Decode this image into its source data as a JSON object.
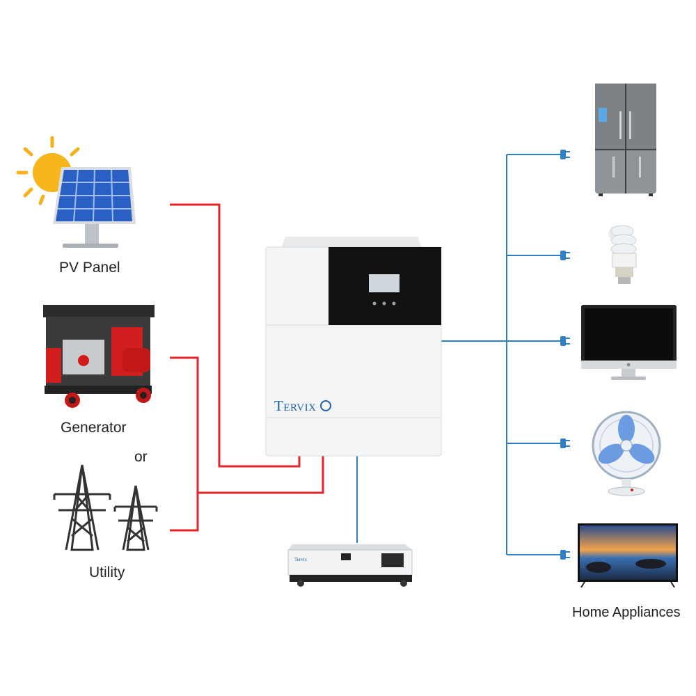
{
  "labels": {
    "pv_panel": "PV Panel",
    "generator": "Generator",
    "or": "or",
    "utility": "Utility",
    "home_appliances": "Home Appliances"
  },
  "inverter": {
    "brand": "Tervix"
  },
  "battery": {
    "brand": "Tervix"
  },
  "colors": {
    "ac_input_wire": "#e0262b",
    "output_wire": "#2f7fc4",
    "inverter_body": "#f4f5f6",
    "panel_dark": "#111111",
    "screen": "#cfd6dc"
  },
  "icons": [
    "sun-icon",
    "solar-panel-icon",
    "generator-icon",
    "power-tower-icon",
    "refrigerator-icon",
    "light-bulb-icon",
    "monitor-icon",
    "fan-icon",
    "tv-icon",
    "plug-icon",
    "battery-icon",
    "inverter-icon"
  ]
}
